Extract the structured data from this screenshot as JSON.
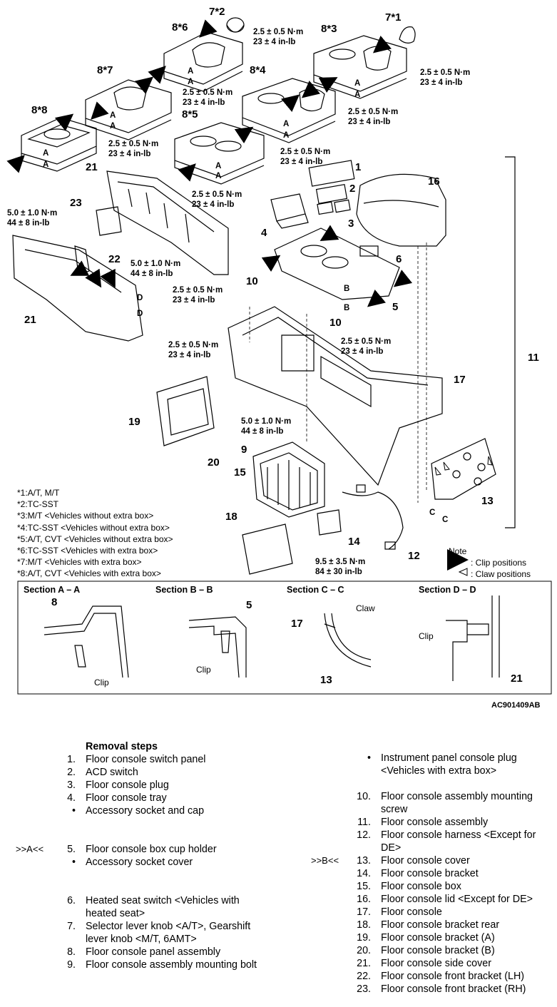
{
  "diagram": {
    "torque": {
      "t25": "2.5 ± 0.5 N·m",
      "t25b": "23 ± 4 in-lb",
      "t50": "5.0 ± 1.0 N·m",
      "t50b": "44 ± 8 in-lb",
      "t95": "9.5 ± 3.5 N·m",
      "t95b": "84 ± 30 in-lb"
    },
    "parts": {
      "p8s8": "8*8",
      "p8s7": "8*7",
      "p8s6": "8*6",
      "p8s5": "8*5",
      "p8s4": "8*4",
      "p8s3": "8*3",
      "p7s2": "7*2",
      "p7s1": "7*1",
      "p1": "1",
      "p2": "2",
      "p3": "3",
      "p4": "4",
      "p5": "5",
      "p6": "6",
      "p9": "9",
      "p10": "10",
      "p11": "11",
      "p12": "12",
      "p13": "13",
      "p14": "14",
      "p15": "15",
      "p16": "16",
      "p17": "17",
      "p18": "18",
      "p19": "19",
      "p20": "20",
      "p21": "21",
      "p22": "22",
      "p23": "23",
      "A": "A",
      "B": "B",
      "C": "C",
      "D": "D"
    },
    "footnotes": [
      "*1:A/T, M/T",
      "*2:TC-SST",
      "*3:M/T <Vehicles without extra box>",
      "*4:TC-SST <Vehicles without extra box>",
      "*5:A/T, CVT <Vehicles without extra box>",
      "*6:TC-SST <Vehicles with extra box>",
      "*7:M/T <Vehicles with extra box>",
      "*8:A/T, CVT <Vehicles with extra box>"
    ],
    "note": {
      "title": "Note",
      "clip": ": Clip positions",
      "claw": ": Claw positions"
    },
    "sections": {
      "aa": "Section A – A",
      "bb": "Section B – B",
      "cc": "Section C – C",
      "dd": "Section D – D",
      "clip": "Clip",
      "claw": "Claw",
      "n8": "8",
      "n5": "5",
      "n17": "17",
      "n13": "13",
      "n21": "21"
    },
    "code": "AC901409AB"
  },
  "removal": {
    "title": "Removal steps",
    "left": [
      {
        "num": "1.",
        "text": "Floor console switch panel"
      },
      {
        "num": "2.",
        "text": "ACD switch"
      },
      {
        "num": "3.",
        "text": "Floor console plug"
      },
      {
        "num": "4.",
        "text": "Floor console tray"
      },
      {
        "num": "•",
        "text": "Accessory socket and cap"
      },
      {
        "num": "",
        "text": ""
      },
      {
        "num": "5.",
        "text": "Floor console box cup holder",
        "mark": ">>A<<"
      },
      {
        "num": "•",
        "text": "Accessory socket cover"
      },
      {
        "num": "",
        "text": ""
      },
      {
        "num": "6.",
        "text": "Heated seat switch <Vehicles with heated seat>"
      },
      {
        "num": "7.",
        "text": "Selector lever knob <A/T>, Gearshift lever knob <M/T, 6AMT>"
      },
      {
        "num": "8.",
        "text": "Floor console panel assembly"
      },
      {
        "num": "9.",
        "text": "Floor console assembly mounting bolt"
      }
    ],
    "right": [
      {
        "num": "•",
        "text": "Instrument panel console plug <Vehicles with extra box>"
      },
      {
        "num": "",
        "text": ""
      },
      {
        "num": "10.",
        "text": "Floor console assembly mounting screw"
      },
      {
        "num": "11.",
        "text": "Floor console assembly"
      },
      {
        "num": "12.",
        "text": "Floor console harness <Except for DE>"
      },
      {
        "num": "13.",
        "text": "Floor console cover",
        "mark": ">>B<<"
      },
      {
        "num": "14.",
        "text": "Floor console bracket"
      },
      {
        "num": "15.",
        "text": "Floor console box"
      },
      {
        "num": "16.",
        "text": "Floor console lid <Except for DE>"
      },
      {
        "num": "17.",
        "text": "Floor console"
      },
      {
        "num": "18.",
        "text": "Floor console bracket rear"
      },
      {
        "num": "19.",
        "text": "Floor console bracket (A)"
      },
      {
        "num": "20.",
        "text": "Floor console bracket (B)"
      },
      {
        "num": "21.",
        "text": "Floor console side cover"
      },
      {
        "num": "22.",
        "text": "Floor console front bracket (LH)"
      },
      {
        "num": "23.",
        "text": "Floor console front bracket (RH)"
      }
    ]
  }
}
